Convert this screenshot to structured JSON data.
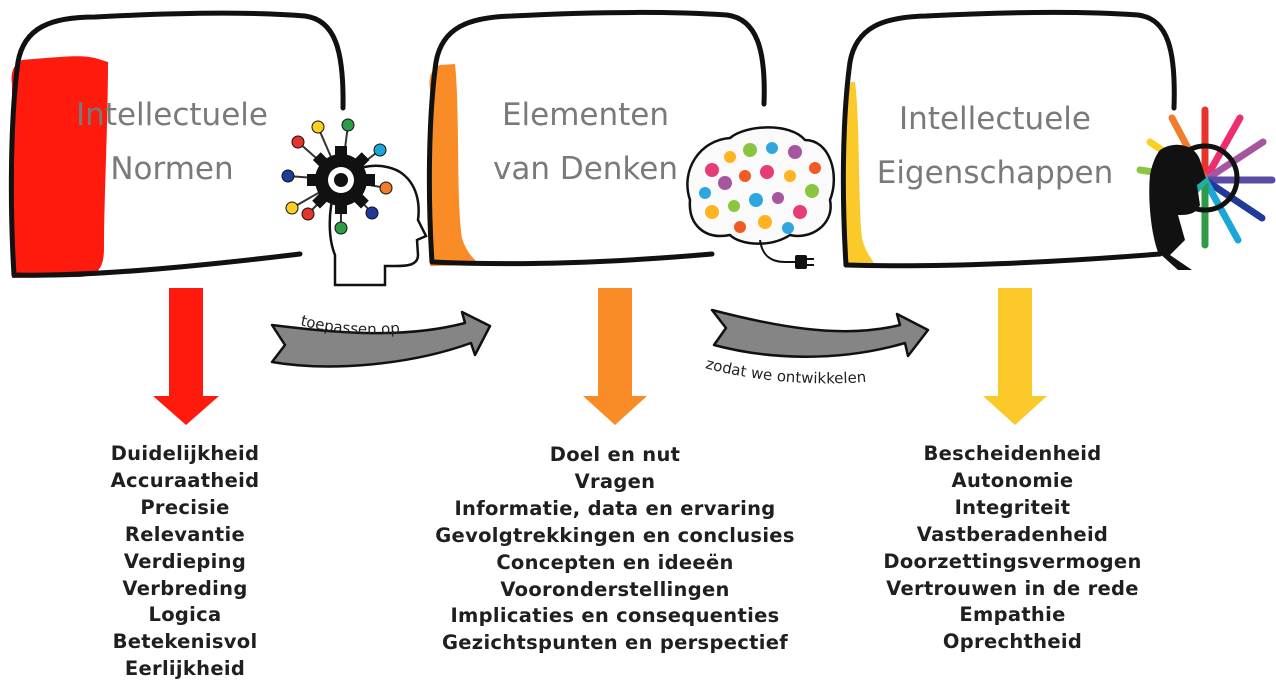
{
  "columns": [
    {
      "title_line1": "Intellectuele",
      "title_line2": "Normen",
      "accent": "#ff1a0e",
      "items": [
        "Duidelijkheid",
        "Accuraatheid",
        "Precisie",
        "Relevantie",
        "Verdieping",
        "Verbreding",
        "Logica",
        "Betekenisvol",
        "Eerlijkheid"
      ]
    },
    {
      "title_line1": "Elementen",
      "title_line2": "van Denken",
      "accent": "#f98c27",
      "items": [
        "Doel en nut",
        "Vragen",
        "Informatie, data en ervaring",
        "Gevolgtrekkingen en conclusies",
        "Concepten en ideeën",
        "Vooronderstellingen",
        "Implicaties en consequenties",
        "Gezichtspunten en perspectief"
      ]
    },
    {
      "title_line1": "Intellectuele",
      "title_line2": "Eigenschappen",
      "accent": "#fbc929",
      "items": [
        "Bescheidenheid",
        "Autonomie",
        "Integriteit",
        "Vastberadenheid",
        "Doorzettingsvermogen",
        "Vertrouwen in de rede",
        "Empathie",
        "Oprechtheid"
      ]
    }
  ],
  "connectors": [
    {
      "label": "toepassen op"
    },
    {
      "label": "zodat we ontwikkelen"
    }
  ],
  "icons": [
    "gear-head-icon",
    "colorful-brain-icon",
    "rainbow-arrows-head-icon"
  ]
}
